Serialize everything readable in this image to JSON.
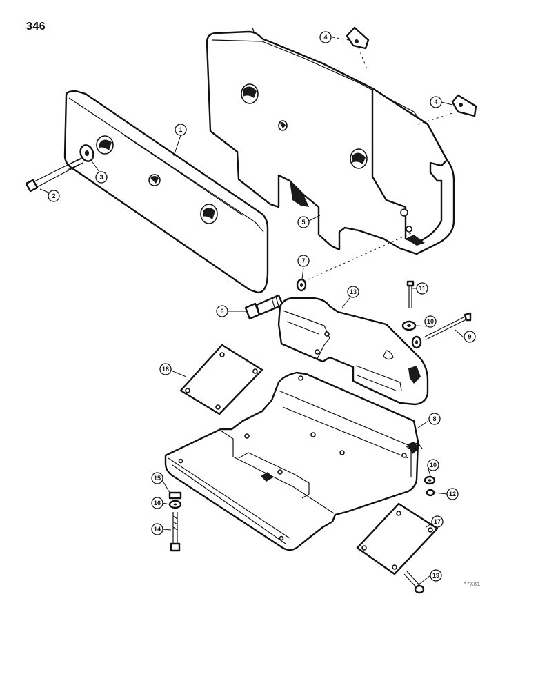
{
  "page_number": "346",
  "reference_code": "**X81",
  "callouts": [
    "1",
    "2",
    "3",
    "4",
    "4",
    "5",
    "6",
    "7",
    "8",
    "9",
    "10",
    "10",
    "11",
    "12",
    "13",
    "14",
    "15",
    "16",
    "17",
    "18",
    "19"
  ]
}
